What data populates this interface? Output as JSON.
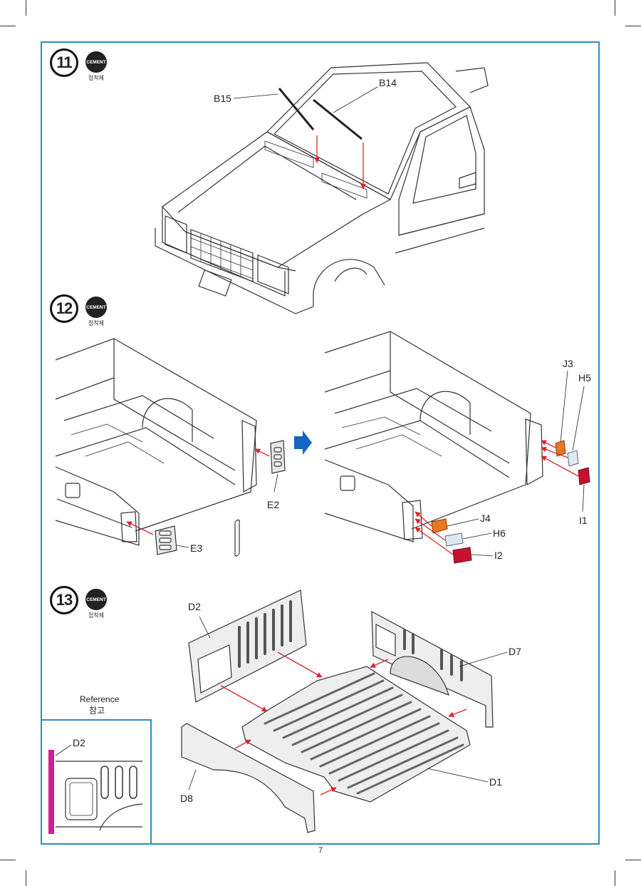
{
  "steps": [
    {
      "number": "11",
      "cement_label": "CEMENT",
      "cement_ko": "접착제"
    },
    {
      "number": "12",
      "cement_label": "CEMENT",
      "cement_ko": "접착제"
    },
    {
      "number": "13",
      "cement_label": "CEMENT",
      "cement_ko": "접착제"
    }
  ],
  "parts": {
    "b15": "B15",
    "b14": "B14",
    "e2": "E2",
    "e3": "E3",
    "j3": "J3",
    "h5": "H5",
    "i1": "I1",
    "j4": "J4",
    "h6": "H6",
    "i2": "I2",
    "d2": "D2",
    "d7": "D7",
    "d1": "D1",
    "d8": "D8"
  },
  "reference": {
    "title": "Reference",
    "title_ko": "참고",
    "part": "D2"
  },
  "page_number": "7",
  "colors": {
    "frame": "#2a8fc4",
    "arrow": "#d7262d",
    "step_arrow": "#1565c0",
    "part_orange": "#e87722",
    "part_red": "#c8102e",
    "part_clear": "#dbe9f4",
    "ref_part": "#d11f8f"
  }
}
